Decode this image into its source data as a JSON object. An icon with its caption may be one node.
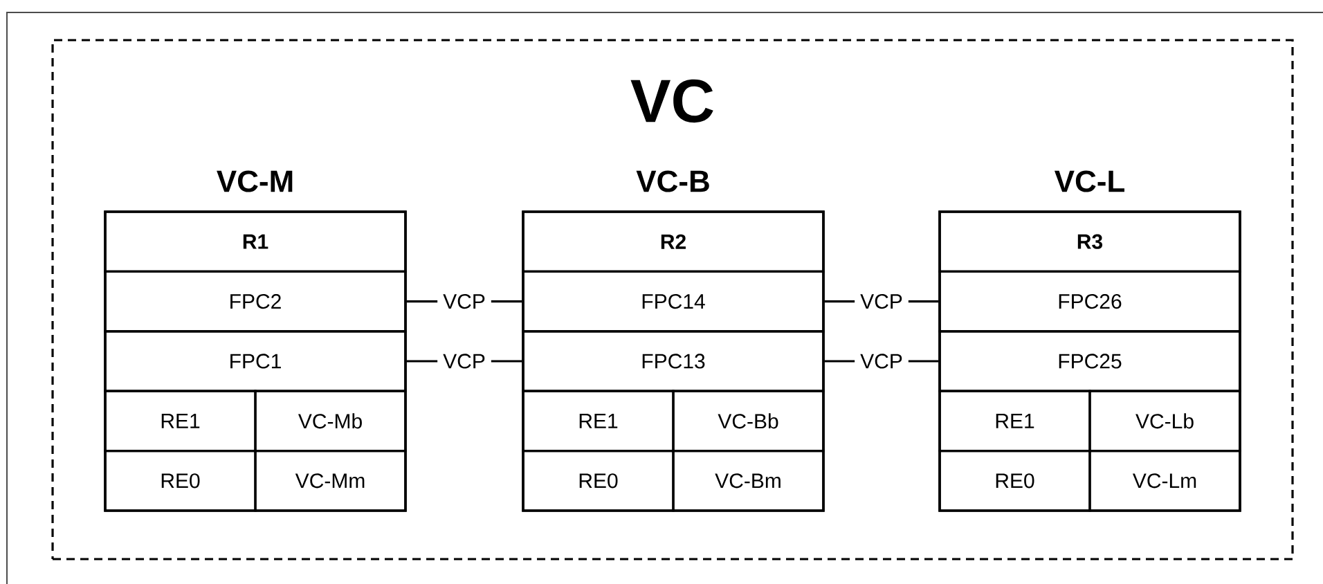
{
  "diagram": {
    "nodes": [
      {
        "text": [
          "VC"
        ]
      },
      {
        "text": [
          "VC-M"
        ],
        "in": 0
      },
      {
        "text": [
          "R1"
        ],
        "in": 1
      },
      {
        "text": [
          "FPC2"
        ],
        "in": 1
      },
      {
        "text": [
          "FPC1"
        ],
        "in": 1
      },
      {
        "text": [
          "RE1"
        ],
        "in": 1
      },
      {
        "text": [
          "VC-Mb"
        ],
        "in": 1
      },
      {
        "text": [
          "RE0"
        ],
        "in": 1
      },
      {
        "text": [
          "VC-Mm"
        ],
        "in": 1
      },
      {
        "text": [
          "VC-B"
        ],
        "in": 0
      },
      {
        "text": [
          "R2"
        ],
        "in": 9
      },
      {
        "text": [
          "FPC14"
        ],
        "in": 9
      },
      {
        "text": [
          "FPC13"
        ],
        "in": 9
      },
      {
        "text": [
          "RE1"
        ],
        "in": 9
      },
      {
        "text": [
          "VC-Bb"
        ],
        "in": 9
      },
      {
        "text": [
          "RE0"
        ],
        "in": 9
      },
      {
        "text": [
          "VC-Bm"
        ],
        "in": 9
      },
      {
        "text": [
          "VC-L"
        ],
        "in": 0
      },
      {
        "text": [
          "R3"
        ],
        "in": 17
      },
      {
        "text": [
          "FPC26"
        ],
        "in": 17
      },
      {
        "text": [
          "FPC25"
        ],
        "in": 17
      },
      {
        "text": [
          "RE1"
        ],
        "in": 17
      },
      {
        "text": [
          "VC-Lb"
        ],
        "in": 17
      },
      {
        "text": [
          "RE0"
        ],
        "in": 17
      },
      {
        "text": [
          "VC-Lm"
        ],
        "in": 17
      }
    ],
    "edges": [
      {
        "from": 3,
        "to": 11,
        "arrow": "none",
        "label": "VCP"
      },
      {
        "from": 4,
        "to": 12,
        "arrow": "none",
        "label": "VCP"
      },
      {
        "from": 11,
        "to": 19,
        "arrow": "none",
        "label": "VCP"
      },
      {
        "from": 12,
        "to": 20,
        "arrow": "none",
        "label": "VCP"
      }
    ]
  }
}
